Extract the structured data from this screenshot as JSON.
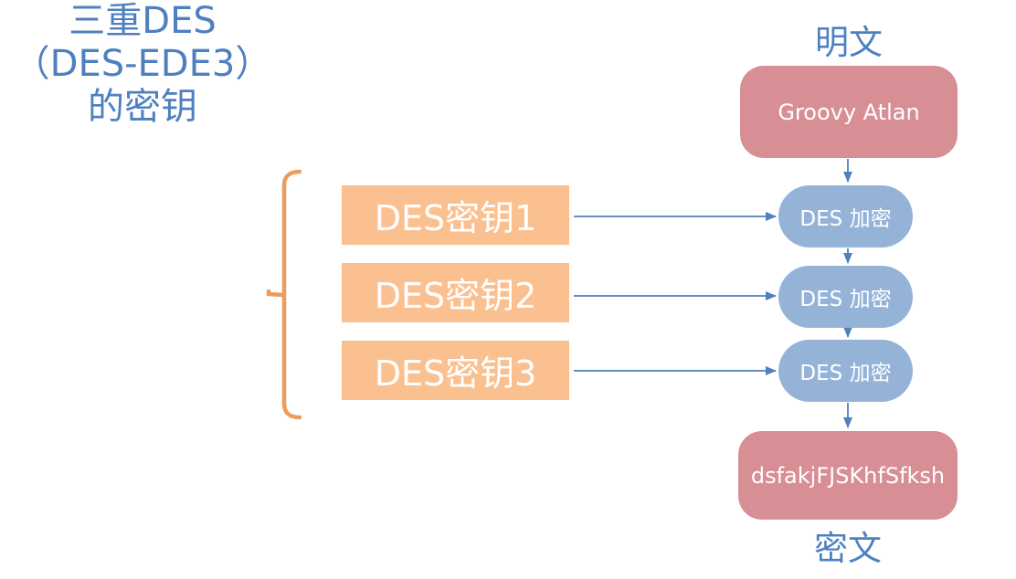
{
  "left_caption": {
    "lines": [
      "三重DES",
      "（DES-EDE3）",
      "的密钥"
    ]
  },
  "plaintext": {
    "label": "明文",
    "value": "Groovy Atlan"
  },
  "keys": [
    {
      "label": "DES密钥1"
    },
    {
      "label": "DES密钥2"
    },
    {
      "label": "DES密钥3"
    }
  ],
  "steps": [
    {
      "label": "DES 加密"
    },
    {
      "label": "DES 加密"
    },
    {
      "label": "DES 加密"
    }
  ],
  "ciphertext": {
    "label": "密文",
    "value": "dsfakjFJSKhfSfksh"
  },
  "colors": {
    "accent_blue_text": "#4E80C0",
    "connector_blue": "#4F81BD",
    "encrypt_box_blue": "#95B3D7",
    "key_box_orange": "#FAC090",
    "data_box_pink": "#D78F95",
    "bracket_orange": "#ED9C5C",
    "box_text_white": "#FFFFFF"
  }
}
